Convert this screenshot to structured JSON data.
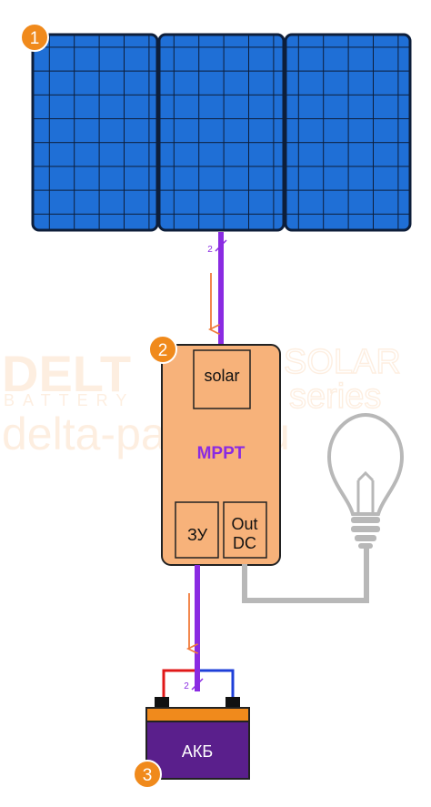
{
  "badges": {
    "panel": "1",
    "controller": "2",
    "battery": "3"
  },
  "controller": {
    "title": "MPPT",
    "solar_port": "solar",
    "charger_port": "ЗУ",
    "out_dc_line1": "Out",
    "out_dc_line2": "DC"
  },
  "battery": {
    "label": "АКБ"
  },
  "wires": {
    "panel_wire_count": "2",
    "battery_wire_count": "2"
  },
  "watermark": {
    "line1_a": "DELT",
    "line1_b": "SOLAR",
    "line2_a": "BATTERY",
    "line2_b": "series",
    "line3": "delta-paneli.ru"
  },
  "colors": {
    "panel_blue": "#1f6fd6",
    "panel_frame": "#0d1e3a",
    "controller_fill": "#f7b27a",
    "badge_orange": "#f08a1c",
    "wire_purple": "#8a2be2",
    "arrow_orange": "#f07a3a",
    "battery_body": "#5a1f8c",
    "battery_top": "#f08a1c",
    "mppt_text": "#8a2be2",
    "lamp_gray": "#b8b8b8"
  },
  "icons": {
    "lamp": "light-bulb-icon"
  }
}
